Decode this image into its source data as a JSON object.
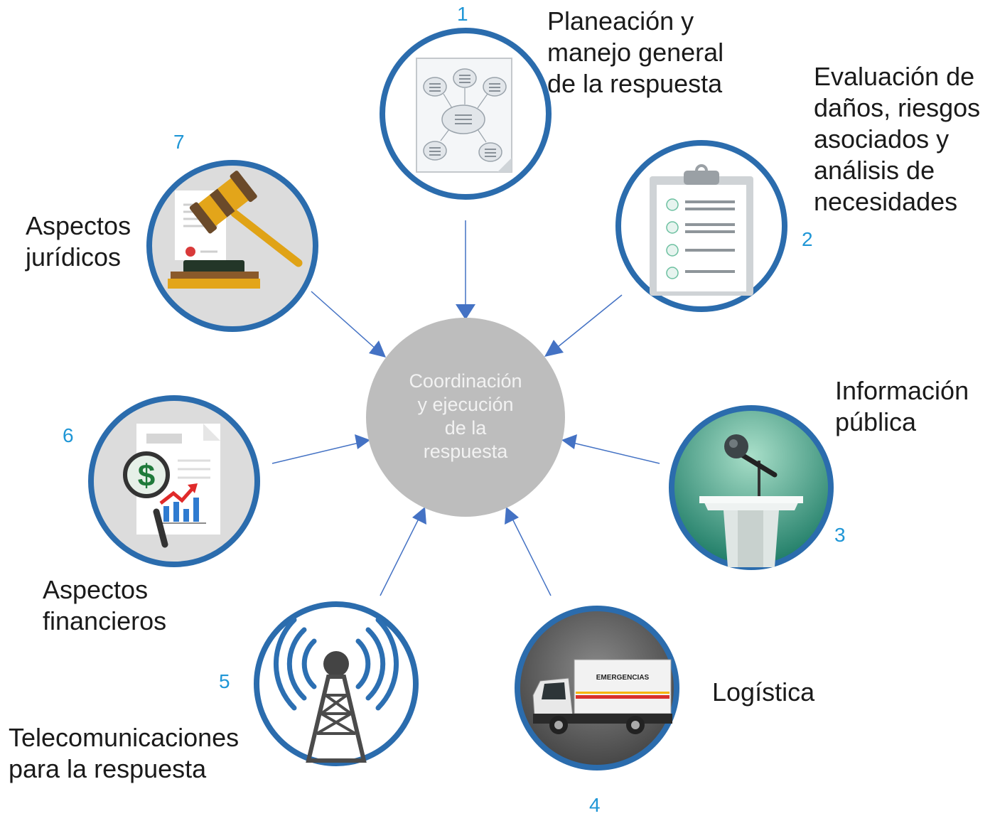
{
  "center": {
    "text": "Coordinación\ny ejecución\nde la\nrespuesta",
    "color": "#bdbdbd"
  },
  "colors": {
    "ring": "#2b6cad",
    "arrow": "#4472c4",
    "number": "#1f96d6"
  },
  "nodes": [
    {
      "number": "1",
      "label": "Planeación y\nmanejo general\nde la respuesta",
      "icon": "concept-map-icon"
    },
    {
      "number": "2",
      "label": "Evaluación de\ndaños, riesgos\nasociados y\nanálisis de\nnecesidades",
      "icon": "clipboard-checklist-icon"
    },
    {
      "number": "3",
      "label": "Información\npública",
      "icon": "microphone-podium-icon"
    },
    {
      "number": "4",
      "label": "Logística",
      "icon": "emergency-truck-icon",
      "truck_text": "EMERGENCIAS"
    },
    {
      "number": "5",
      "label": "Telecomunicaciones\npara la respuesta",
      "icon": "radio-tower-icon"
    },
    {
      "number": "6",
      "label": "Aspectos\nfinancieros",
      "icon": "financial-magnifier-icon"
    },
    {
      "number": "7",
      "label": "Aspectos\njurídicos",
      "icon": "gavel-icon"
    }
  ]
}
